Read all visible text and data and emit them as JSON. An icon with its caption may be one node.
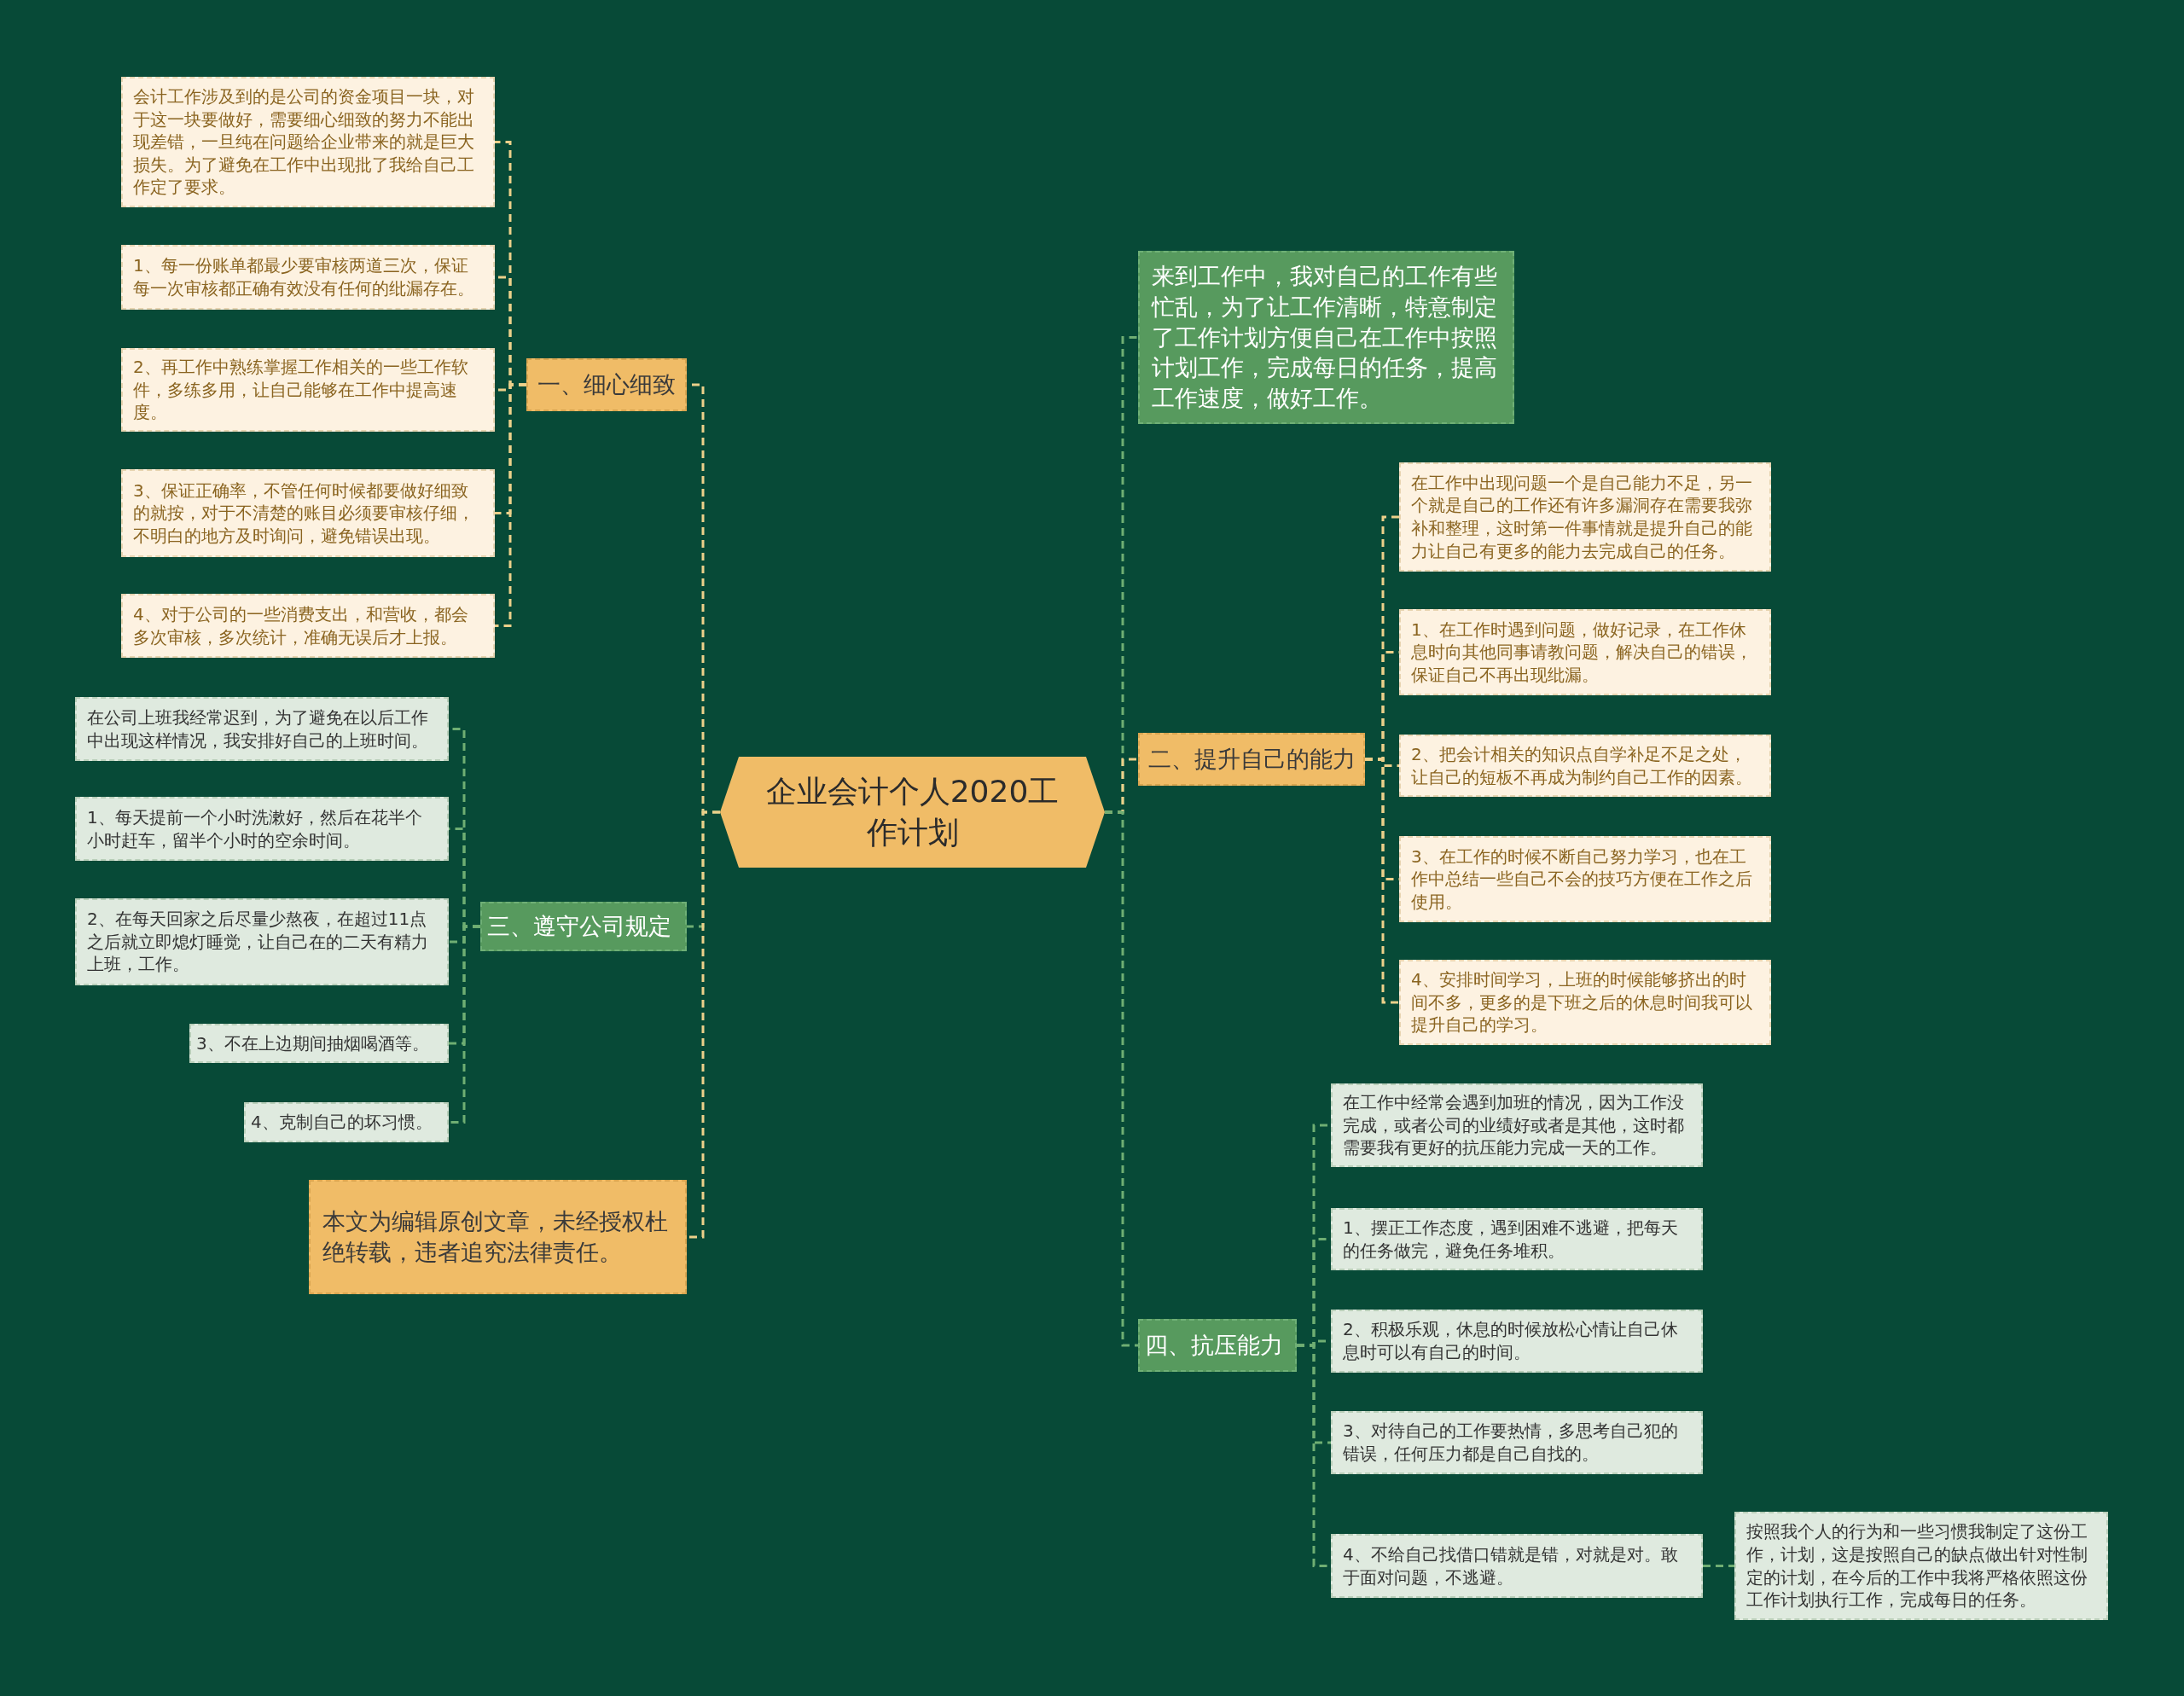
{
  "diagram": {
    "nodes": [
      {
        "text": [
          "企业会计个人2020工作计划"
        ]
      },
      {
        "text": [
          "一、细心细致"
        ]
      },
      {
        "text": [
          "会计工作涉及到的是公司的资金项目一块，对于这一块要做好，需要细心细致的努力不能出现差错，一旦纯在问题给企业带来的就是巨大损失。为了避免在工作中出现批了我给自己工作定了要求。"
        ]
      },
      {
        "text": [
          "1、每一份账单都最少要审核两道三次，保证每一次审核都正确有效没有任何的纰漏存在。"
        ]
      },
      {
        "text": [
          "2、再工作中熟练掌握工作相关的一些工作软件，多练多用，让自己能够在工作中提高速度。"
        ]
      },
      {
        "text": [
          "3、保证正确率，不管任何时候都要做好细致的就按，对于不清楚的账目必须要审核仔细，不明白的地方及时询问，避免错误出现。"
        ]
      },
      {
        "text": [
          "4、对于公司的一些消费支出，和营收，都会多次审核，多次统计，准确无误后才上报。"
        ]
      },
      {
        "text": [
          "三、遵守公司规定"
        ]
      },
      {
        "text": [
          "在公司上班我经常迟到，为了避免在以后工作中出现这样情况，我安排好自己的上班时间。"
        ]
      },
      {
        "text": [
          "1、每天提前一个小时洗漱好，然后在花半个小时赶车，留半个小时的空余时间。"
        ]
      },
      {
        "text": [
          "2、在每天回家之后尽量少熬夜，在超过11点之后就立即熄灯睡觉，让自己在的二天有精力上班，工作。"
        ]
      },
      {
        "text": [
          "3、不在上边期间抽烟喝酒等。"
        ]
      },
      {
        "text": [
          "4、克制自己的坏习惯。"
        ]
      },
      {
        "text": [
          "本文为编辑原创文章，未经授权杜绝转载，违者追究法律责任。"
        ]
      },
      {
        "text": [
          "来到工作中，我对自己的工作有些忙乱，为了让工作清晰，特意制定了工作计划方便自己在工作中按照计划工作，完成每日的任务，提高工作速度，做好工作。"
        ]
      },
      {
        "text": [
          "二、提升自己的能力"
        ]
      },
      {
        "text": [
          "在工作中出现问题一个是自己能力不足，另一个就是自己的工作还有许多漏洞存在需要我弥补和整理，这时第一件事情就是提升自己的能力让自己有更多的能力去完成自己的任务。"
        ]
      },
      {
        "text": [
          "1、在工作时遇到问题，做好记录，在工作休息时向其他同事请教问题，解决自己的错误，保证自己不再出现纰漏。"
        ]
      },
      {
        "text": [
          "2、把会计相关的知识点自学补足不足之处，让自己的短板不再成为制约自己工作的因素。"
        ]
      },
      {
        "text": [
          "3、在工作的时候不断自己努力学习，也在工作中总结一些自己不会的技巧方便在工作之后使用。"
        ]
      },
      {
        "text": [
          "4、安排时间学习，上班的时候能够挤出的时间不多，更多的是下班之后的休息时间我可以提升自己的学习。"
        ]
      },
      {
        "text": [
          "四、抗压能力"
        ]
      },
      {
        "text": [
          "在工作中经常会遇到加班的情况，因为工作没完成，或者公司的业绩好或者是其他，这时都需要我有更好的抗压能力完成一天的工作。"
        ]
      },
      {
        "text": [
          "1、摆正工作态度，遇到困难不逃避，把每天的任务做完，避免任务堆积。"
        ]
      },
      {
        "text": [
          "2、积极乐观，休息的时候放松心情让自己休息时可以有自己的时间。"
        ]
      },
      {
        "text": [
          "3、对待自己的工作要热情，多思考自己犯的错误，任何压力都是自己自找的。"
        ]
      },
      {
        "text": [
          "4、不给自己找借口错就是错，对就是对。敢于面对问题，不逃避。"
        ]
      },
      {
        "text": [
          "按照我个人的行为和一些习惯我制定了这份工作，计划，这是按照自己的缺点做出针对性制定的计划，在今后的工作中我将严格依照这份工作计划执行工作，完成每日的任务。"
        ]
      }
    ],
    "edges": [
      {
        "from": 0,
        "to": 1,
        "arrow": "none",
        "color": "#ecd08a"
      },
      {
        "from": 1,
        "to": 2,
        "arrow": "none",
        "color": "#ecd08a"
      },
      {
        "from": 1,
        "to": 3,
        "arrow": "none",
        "color": "#ecd08a"
      },
      {
        "from": 1,
        "to": 4,
        "arrow": "none",
        "color": "#ecd08a"
      },
      {
        "from": 1,
        "to": 5,
        "arrow": "none",
        "color": "#ecd08a"
      },
      {
        "from": 1,
        "to": 6,
        "arrow": "none",
        "color": "#ecd08a"
      },
      {
        "from": 0,
        "to": 7,
        "arrow": "none"
      },
      {
        "from": 7,
        "to": 8,
        "arrow": "none"
      },
      {
        "from": 7,
        "to": 9,
        "arrow": "none"
      },
      {
        "from": 7,
        "to": 10,
        "arrow": "none"
      },
      {
        "from": 7,
        "to": 11,
        "arrow": "none"
      },
      {
        "from": 7,
        "to": 12,
        "arrow": "none"
      },
      {
        "from": 0,
        "to": 13,
        "arrow": "none",
        "color": "#ecd08a"
      },
      {
        "from": 0,
        "to": 14,
        "arrow": "none"
      },
      {
        "from": 0,
        "to": 15,
        "arrow": "none",
        "color": "#ecd08a"
      },
      {
        "from": 15,
        "to": 16,
        "arrow": "none",
        "color": "#ecd08a"
      },
      {
        "from": 15,
        "to": 17,
        "arrow": "none",
        "color": "#ecd08a"
      },
      {
        "from": 15,
        "to": 18,
        "arrow": "none",
        "color": "#ecd08a"
      },
      {
        "from": 15,
        "to": 19,
        "arrow": "none",
        "color": "#ecd08a"
      },
      {
        "from": 15,
        "to": 20,
        "arrow": "none",
        "color": "#ecd08a"
      },
      {
        "from": 0,
        "to": 21,
        "arrow": "none"
      },
      {
        "from": 21,
        "to": 22,
        "arrow": "none"
      },
      {
        "from": 21,
        "to": 23,
        "arrow": "none"
      },
      {
        "from": 21,
        "to": 24,
        "arrow": "none"
      },
      {
        "from": 21,
        "to": 25,
        "arrow": "none"
      },
      {
        "from": 21,
        "to": 26,
        "arrow": "none"
      },
      {
        "from": 26,
        "to": 27,
        "arrow": "none"
      }
    ]
  }
}
